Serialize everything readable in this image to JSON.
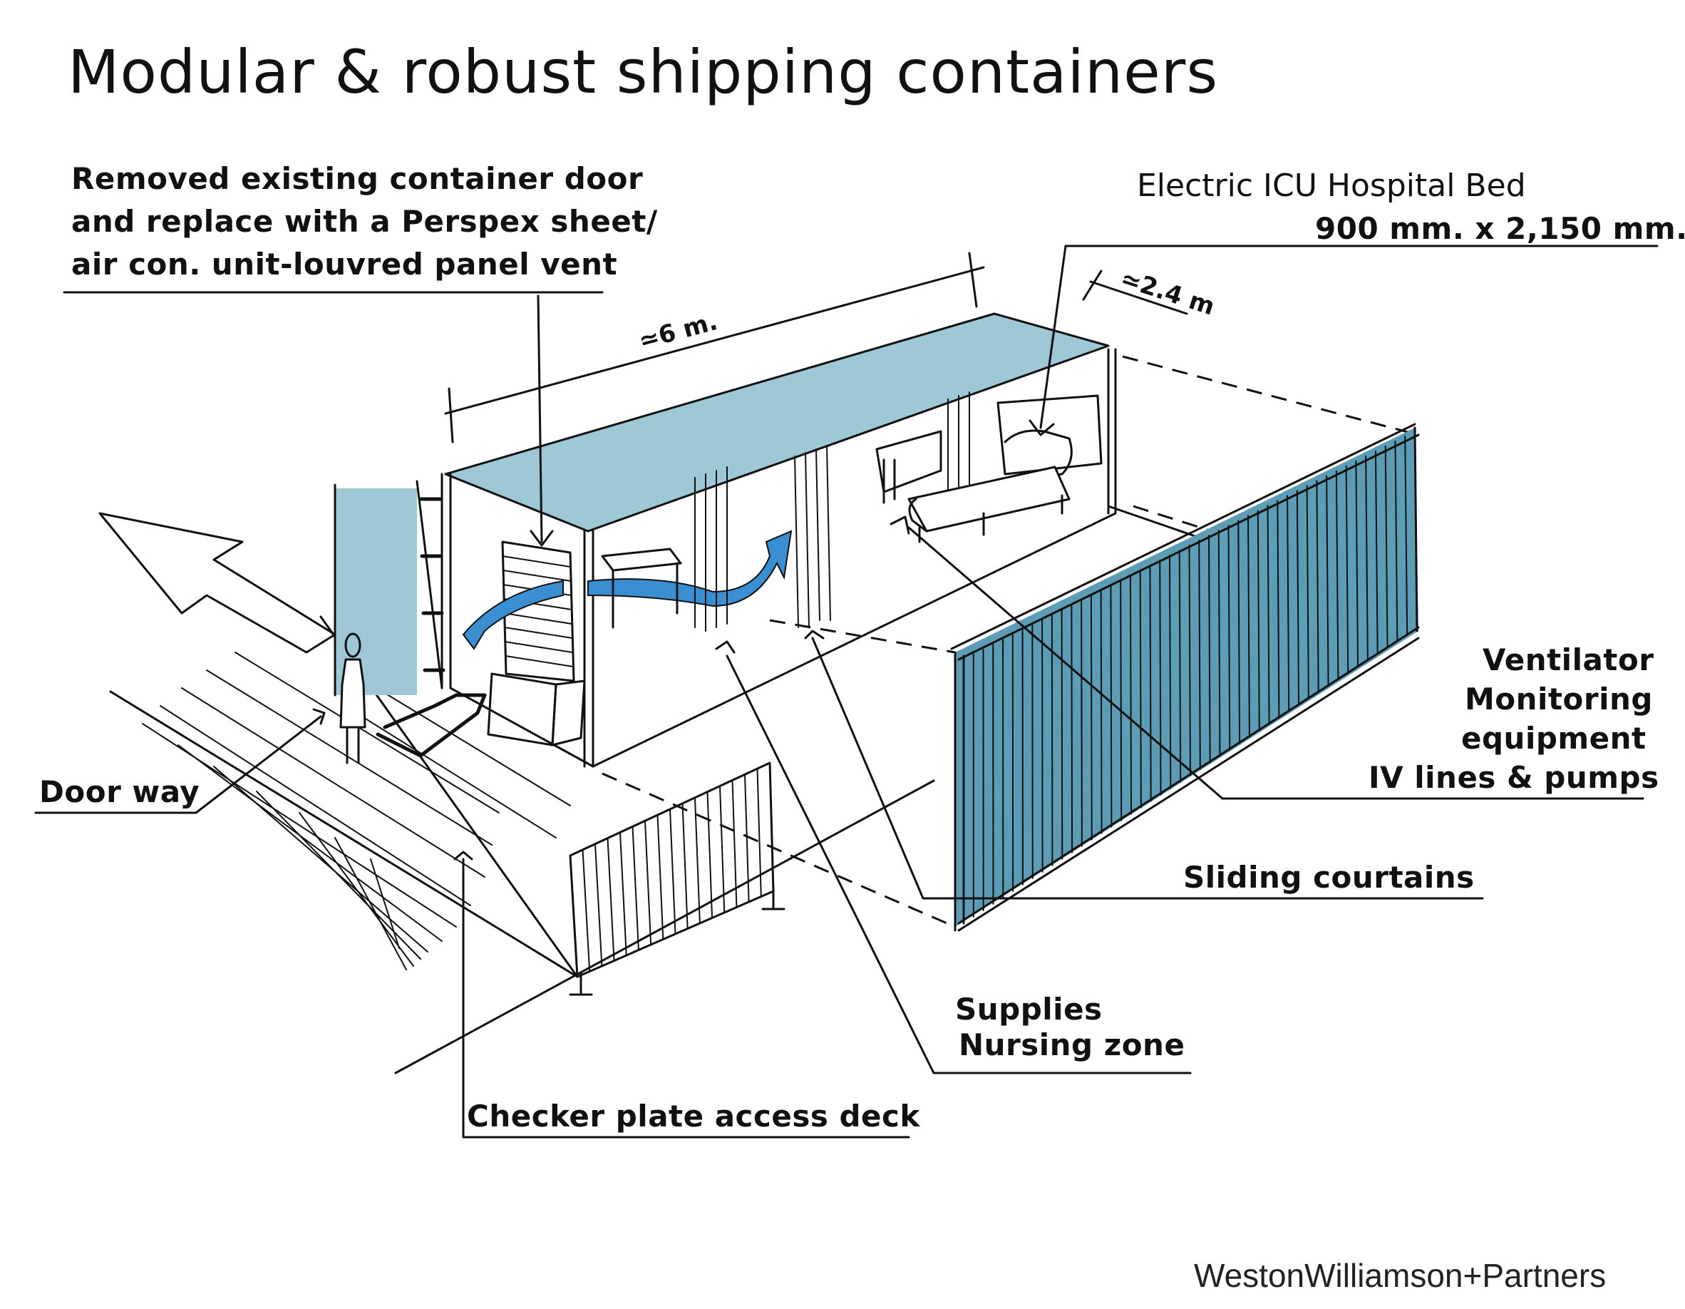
{
  "title": "Modular & robust shipping containers",
  "annotations": {
    "door_replacement": {
      "line1": "Removed existing container door",
      "line2": "and replace with  a Perspex sheet/",
      "line3": "air con. unit-louvred panel vent"
    },
    "icu_bed": {
      "line1": "Electric ICU Hospital Bed",
      "line2": "900 mm. x 2,150 mm."
    },
    "ventilator": {
      "line1": "Ventilator",
      "line2": "Monitoring",
      "line3": "equipment",
      "line4": "IV lines & pumps"
    },
    "doorway": "Door way",
    "curtains": "Sliding courtains",
    "supplies": {
      "line1": "Supplies",
      "line2": "Nursing zone"
    },
    "deck": "Checker plate access deck"
  },
  "dimensions": {
    "length": "≃6 m.",
    "width": "≃2.4 m"
  },
  "brand": "WestonWilliamson+Partners",
  "colors": {
    "panel_blue": "#9ec8d6",
    "wall_blue": "#5c9db5",
    "arrow_blue": "#3a8fd2",
    "ink": "#111111"
  }
}
